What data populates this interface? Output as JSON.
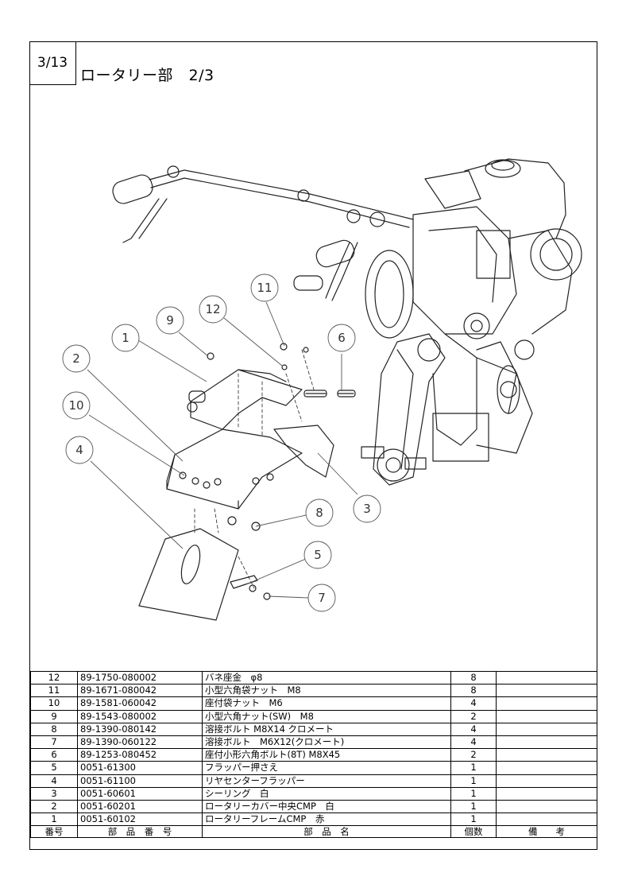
{
  "page": {
    "page_no": "3/13",
    "title": "ロータリー部　2/3"
  },
  "diagram": {
    "callouts": [
      "1",
      "2",
      "3",
      "4",
      "5",
      "6",
      "7",
      "8",
      "9",
      "10",
      "11",
      "12"
    ]
  },
  "table": {
    "headers": [
      "番号",
      "部　品　番　号",
      "部　品　名",
      "個数",
      "備　　考"
    ],
    "rows": [
      {
        "no": "12",
        "part_no": "89-1750-080002",
        "name": "バネ座金　φ8",
        "qty": "8",
        "remarks": ""
      },
      {
        "no": "11",
        "part_no": "89-1671-080042",
        "name": "小型六角袋ナット　M8",
        "qty": "8",
        "remarks": ""
      },
      {
        "no": "10",
        "part_no": "89-1581-060042",
        "name": "座付袋ナット　M6",
        "qty": "4",
        "remarks": ""
      },
      {
        "no": "9",
        "part_no": "89-1543-080002",
        "name": "小型六角ナット(SW)　M8",
        "qty": "2",
        "remarks": ""
      },
      {
        "no": "8",
        "part_no": "89-1390-080142",
        "name": "溶接ボルト M8X14 クロメート",
        "qty": "4",
        "remarks": ""
      },
      {
        "no": "7",
        "part_no": "89-1390-060122",
        "name": "溶接ボルト　M6X12(クロメート)",
        "qty": "4",
        "remarks": ""
      },
      {
        "no": "6",
        "part_no": "89-1253-080452",
        "name": "座付小形六角ボルト(8T) M8X45",
        "qty": "2",
        "remarks": ""
      },
      {
        "no": "5",
        "part_no": "0051-61300",
        "name": "フラッパー押さえ",
        "qty": "1",
        "remarks": ""
      },
      {
        "no": "4",
        "part_no": "0051-61100",
        "name": "リヤセンターフラッパー",
        "qty": "1",
        "remarks": ""
      },
      {
        "no": "3",
        "part_no": "0051-60601",
        "name": "シーリング　白",
        "qty": "1",
        "remarks": ""
      },
      {
        "no": "2",
        "part_no": "0051-60201",
        "name": "ロータリーカバー中央CMP　白",
        "qty": "1",
        "remarks": ""
      },
      {
        "no": "1",
        "part_no": "0051-60102",
        "name": "ロータリーフレームCMP　赤",
        "qty": "1",
        "remarks": ""
      }
    ]
  }
}
